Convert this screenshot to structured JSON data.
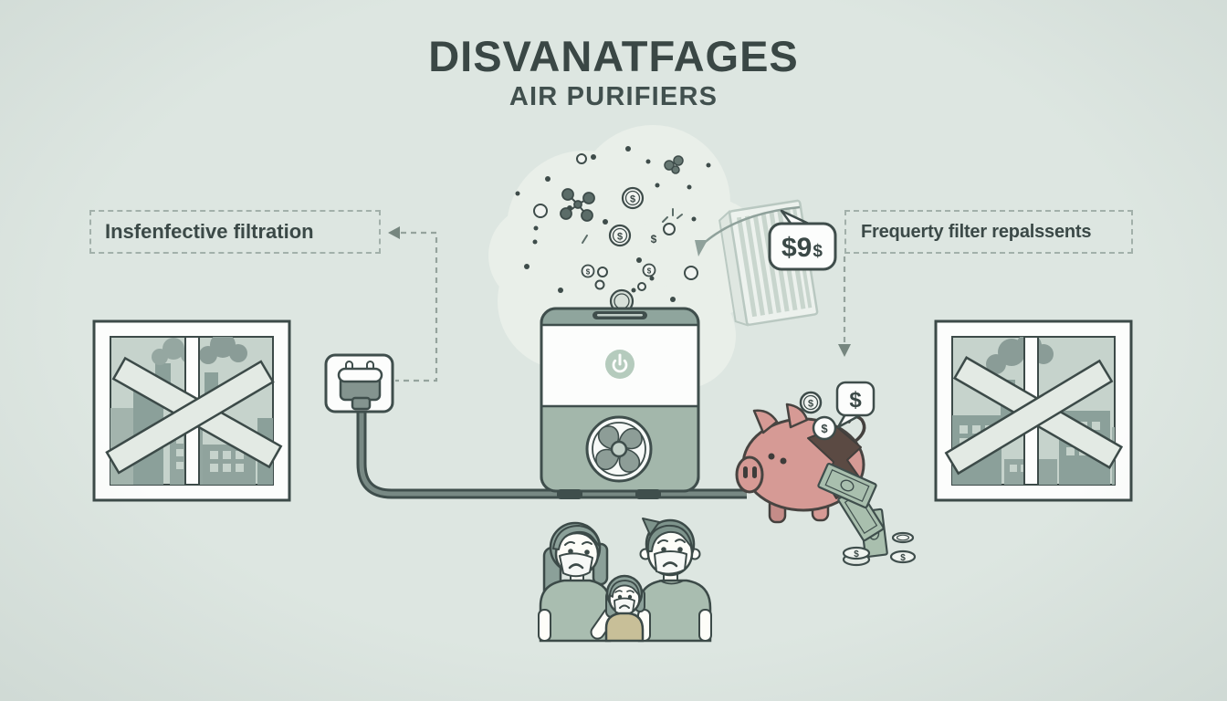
{
  "title": {
    "line1": "DISVANATFAGES",
    "line2": "AIR PURIFIERS"
  },
  "callouts": {
    "left_label": "Insfenfective filtration",
    "right_label": "Frequerty filter repalssents"
  },
  "filter_price_tag": {
    "price_main": "$9",
    "price_sub": "$"
  },
  "symbols": {
    "dollar": "$"
  },
  "icons": {
    "power_button": "power-icon",
    "fan": "fan-icon",
    "tape_cross": "tape-x-icon",
    "wall_outlet": "outlet-icon",
    "factory_smoke": "factory-smoke-icon",
    "piggy_bank": "piggy-bank-icon",
    "hepa_filter": "filter-panel-icon"
  },
  "colors": {
    "background": "#dde6e1",
    "ink": "#3f4d4b",
    "sage": "#a9bdb0",
    "sage_dark": "#8fa59d",
    "pig_pink": "#d69a95",
    "bill_green": "#a9bfae",
    "glass": "#c6d3cc",
    "tape": "#e3eae4",
    "dash": "#95a39d",
    "cloud": "#e9efe9"
  }
}
